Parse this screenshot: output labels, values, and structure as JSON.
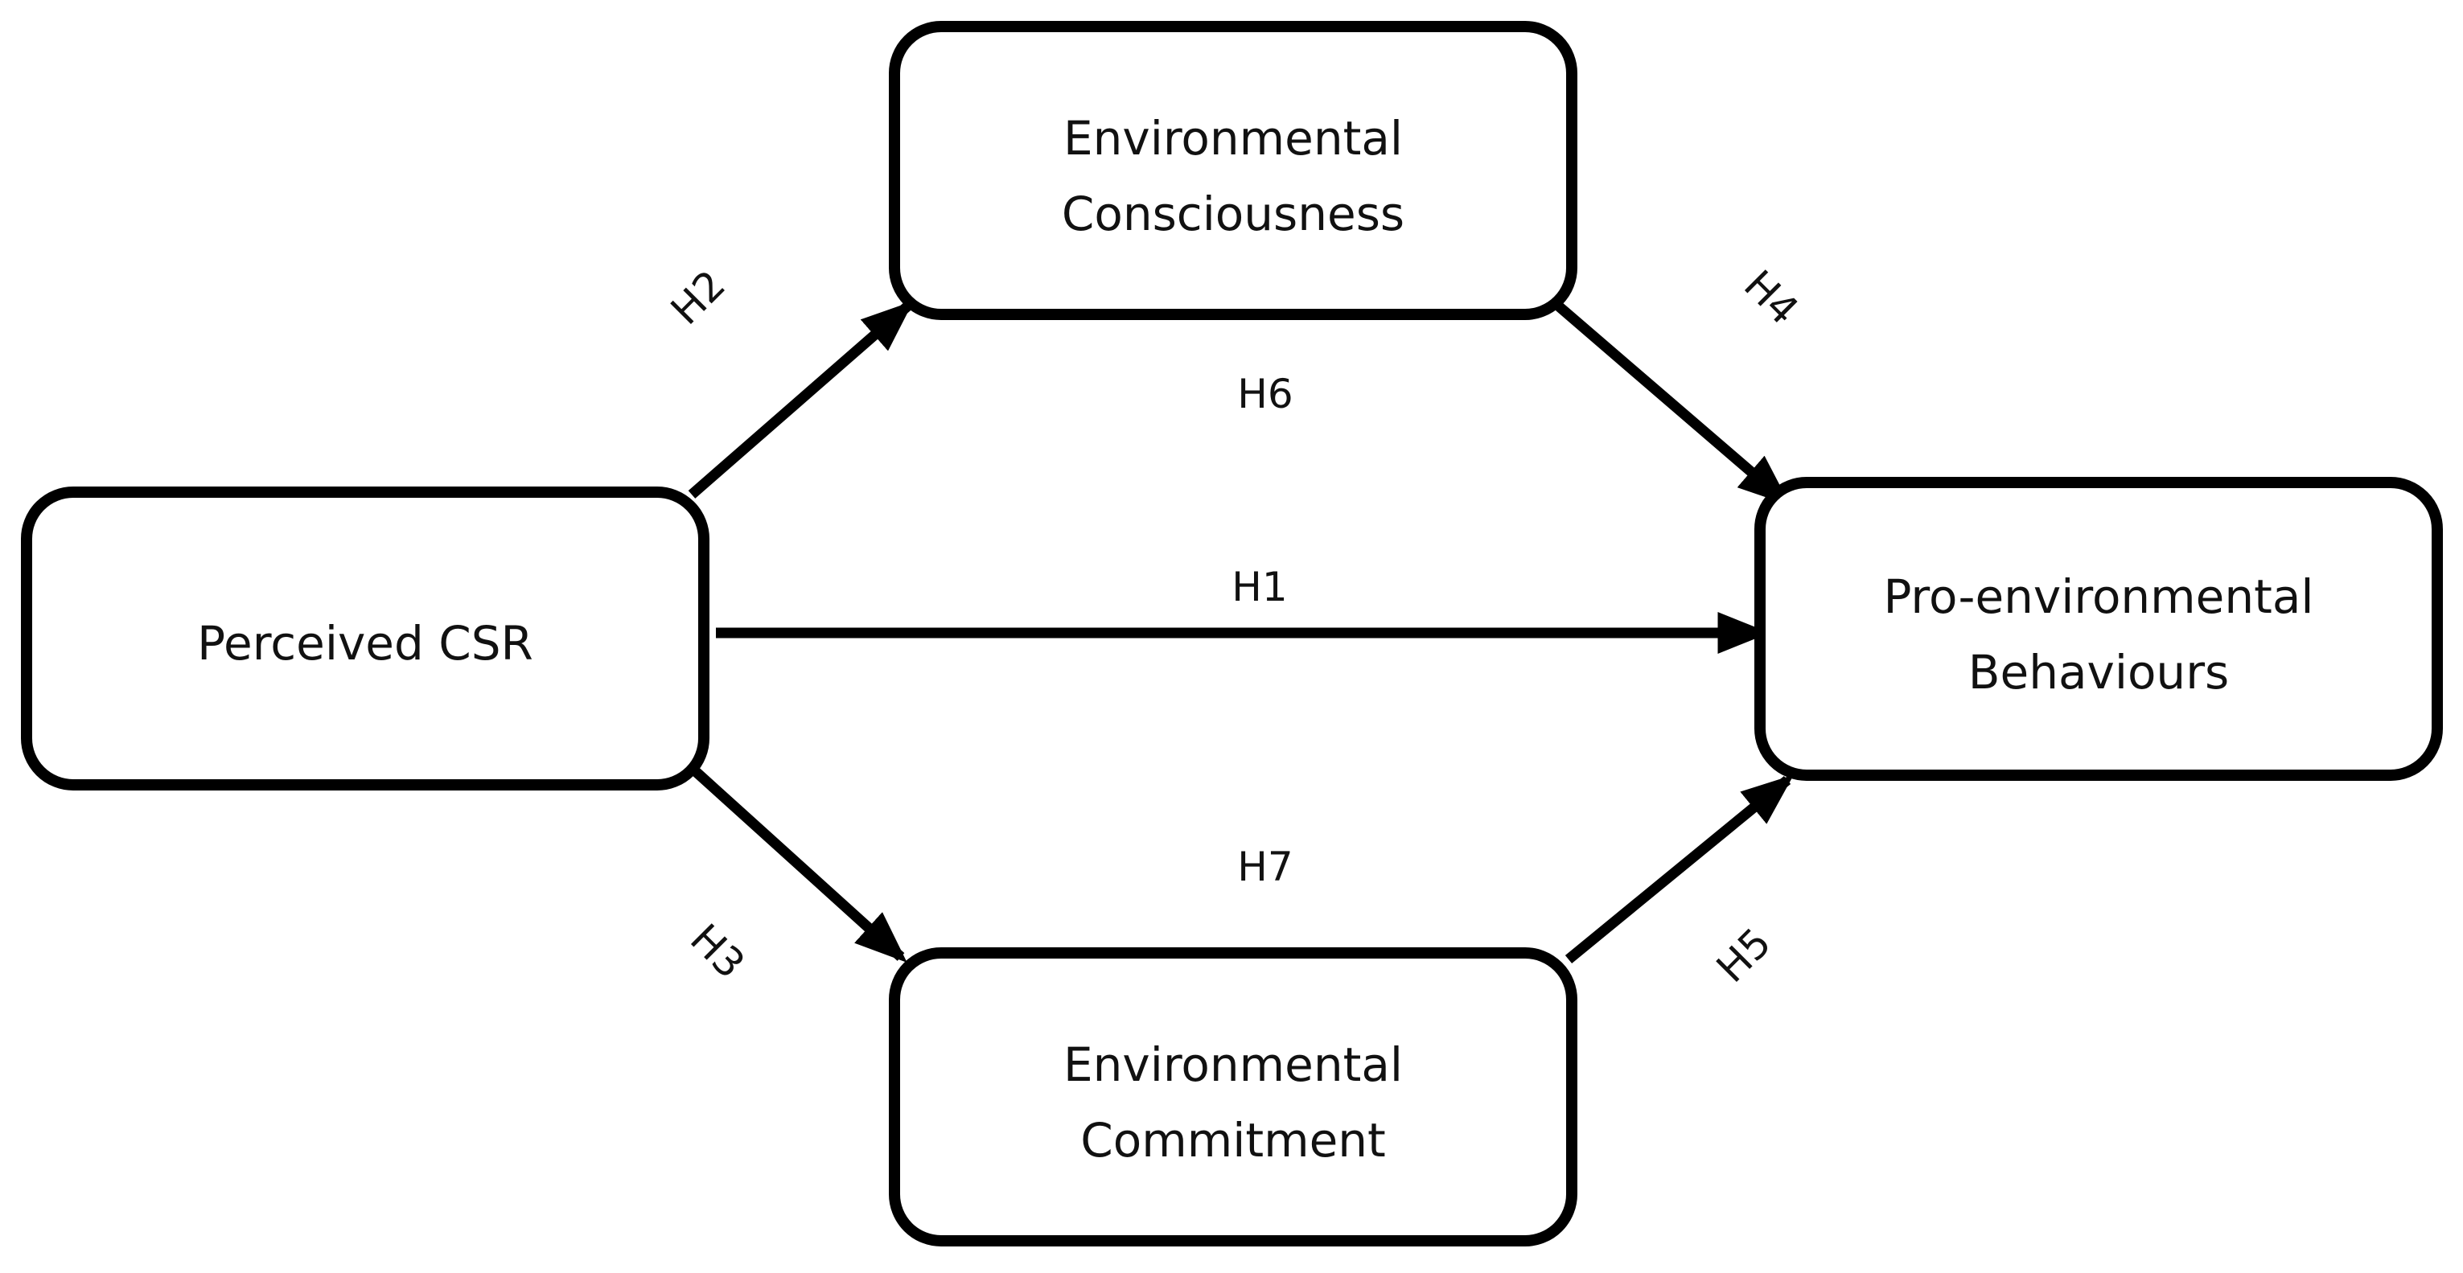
{
  "nodes": {
    "perceived_csr": {
      "lines": [
        "Perceived CSR"
      ]
    },
    "env_consciousness": {
      "lines": [
        "Environmental",
        "Consciousness"
      ]
    },
    "env_commitment": {
      "lines": [
        "Environmental",
        "Commitment"
      ]
    },
    "pro_env_behaviours": {
      "lines": [
        "Pro-environmental",
        "Behaviours"
      ]
    }
  },
  "edges": {
    "h1": {
      "label": "H1",
      "from": "Perceived CSR",
      "to": "Pro-environmental Behaviours"
    },
    "h2": {
      "label": "H2",
      "from": "Perceived CSR",
      "to": "Environmental Consciousness"
    },
    "h3": {
      "label": "H3",
      "from": "Perceived CSR",
      "to": "Environmental Commitment"
    },
    "h4": {
      "label": "H4",
      "from": "Environmental Consciousness",
      "to": "Pro-environmental Behaviours"
    },
    "h5": {
      "label": "H5",
      "from": "Environmental Commitment",
      "to": "Pro-environmental Behaviours"
    }
  },
  "mediation_labels": {
    "h6": "H6",
    "h7": "H7"
  }
}
